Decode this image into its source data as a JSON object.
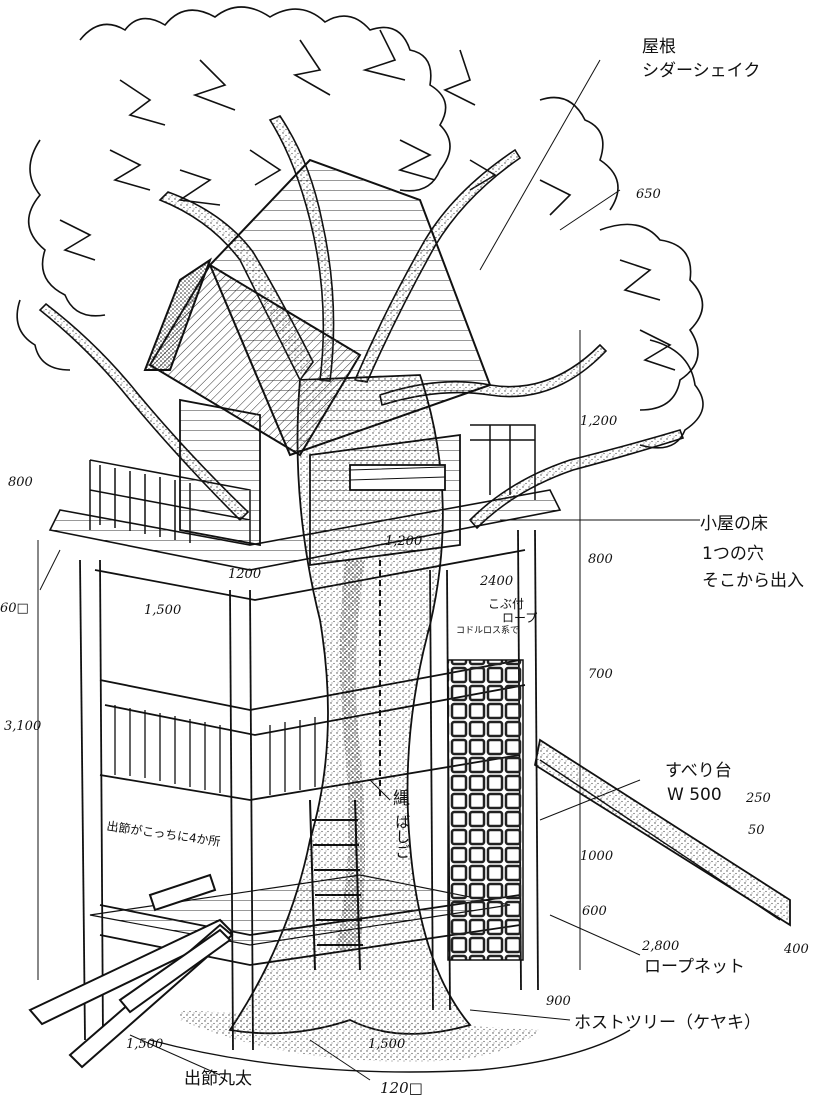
{
  "diagram": {
    "labels": {
      "roof": "屋根",
      "roof_material": "シダーシェイク",
      "cabin_floor": "小屋の床",
      "hole": "1つの穴",
      "entry": "そこから出入",
      "knotted_rope": "こぶ付",
      "rope_word": "ロープ",
      "rope_spec": "コドルロス系で",
      "rope_ladder_1": "縄",
      "rope_ladder_2": "ばしご",
      "slide_1": "すべり台",
      "slide_2": "W 500",
      "rope_net": "ロープネット",
      "host_tree": "ホストツリー（ケヤキ）",
      "knot_note": "出節がこっちに4か所",
      "knot_log": "出節丸太",
      "post": "120□",
      "post_small": "60□"
    },
    "dimensions": {
      "d650": "650",
      "d1200_right": "1,200",
      "d800_left": "800",
      "d1200_cabin": "1,200",
      "d1200_deck": "1200",
      "d800_right": "800",
      "d2400": "2400",
      "d1500_upper": "1,500",
      "d700": "700",
      "d3100": "3,100",
      "d250": "250",
      "d50": "50",
      "d1000": "1000",
      "d600": "600",
      "d2800": "2,800",
      "d400": "400",
      "d900": "900",
      "d1500_base_left": "1,500",
      "d1500_base": "1,500"
    }
  }
}
